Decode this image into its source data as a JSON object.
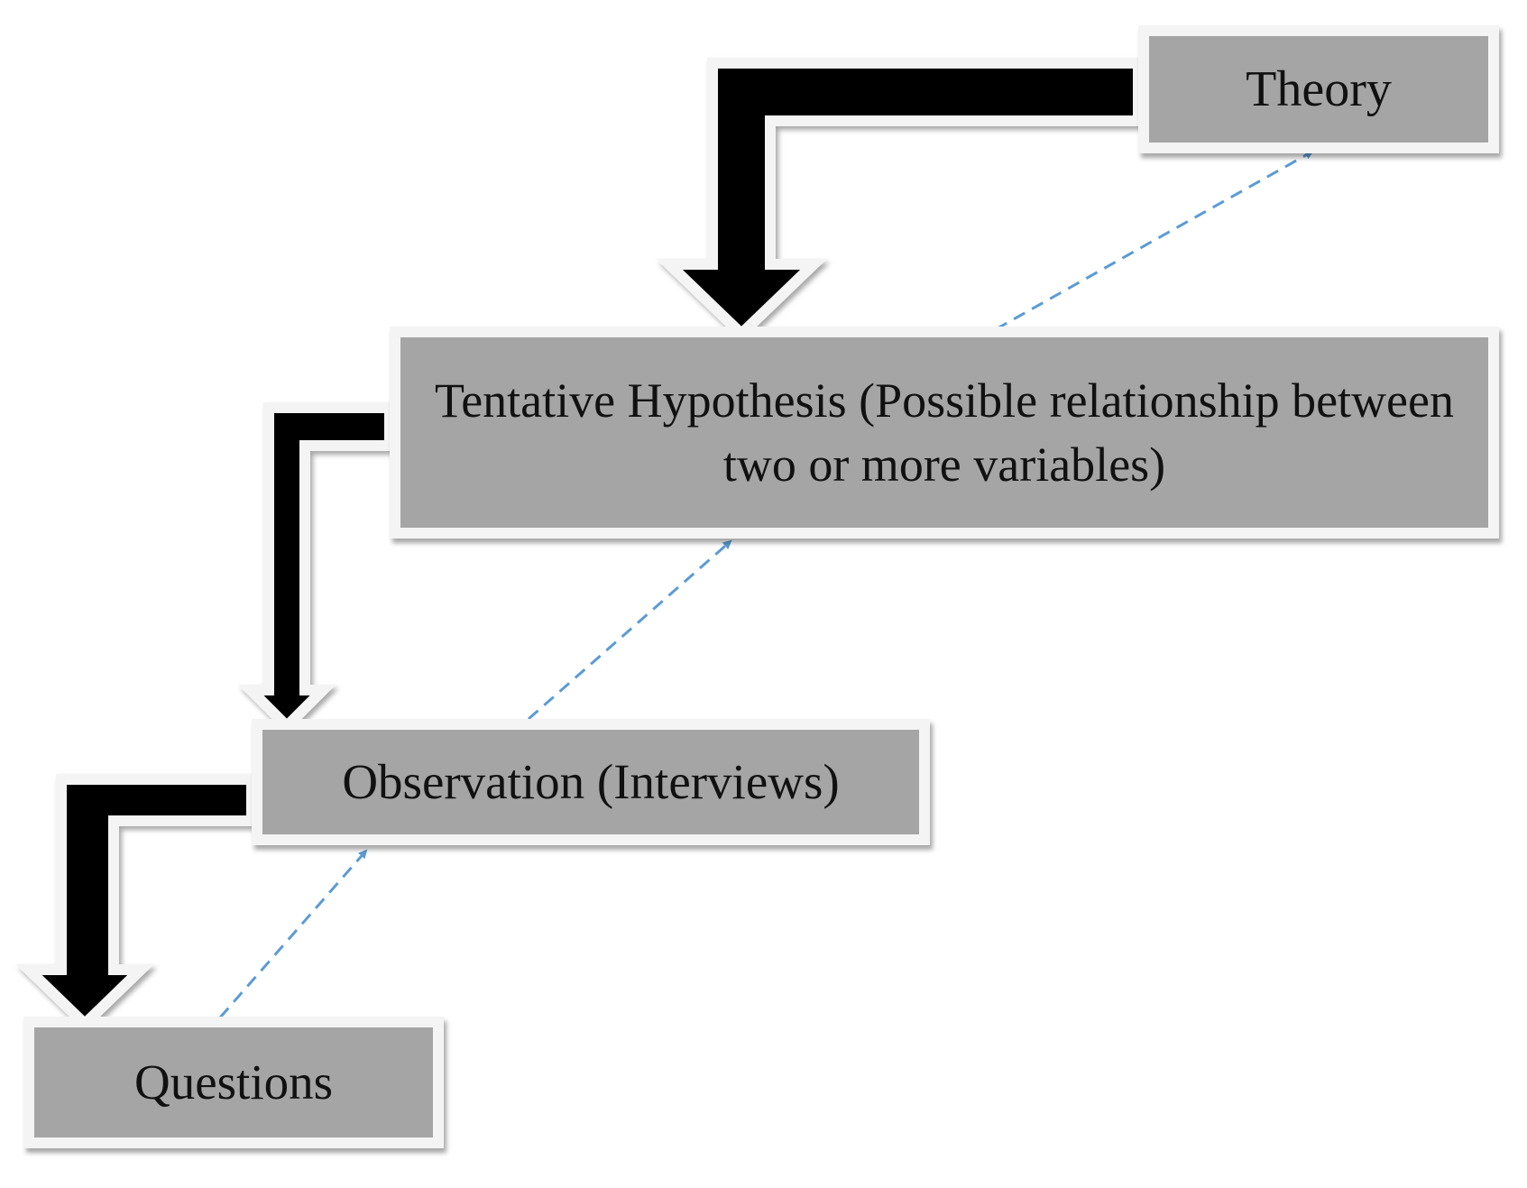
{
  "diagram": {
    "nodes": {
      "theory": "Theory",
      "hypothesis": "Tentative Hypothesis (Possible relationship between two or more variables)",
      "observation": "Observation (Interviews)",
      "questions": "Questions"
    },
    "colors": {
      "box_fill": "#a5a5a5",
      "box_border": "#f4f4f4",
      "solid_arrow": "#000000",
      "dashed_arrow": "#5b9bd5"
    }
  }
}
